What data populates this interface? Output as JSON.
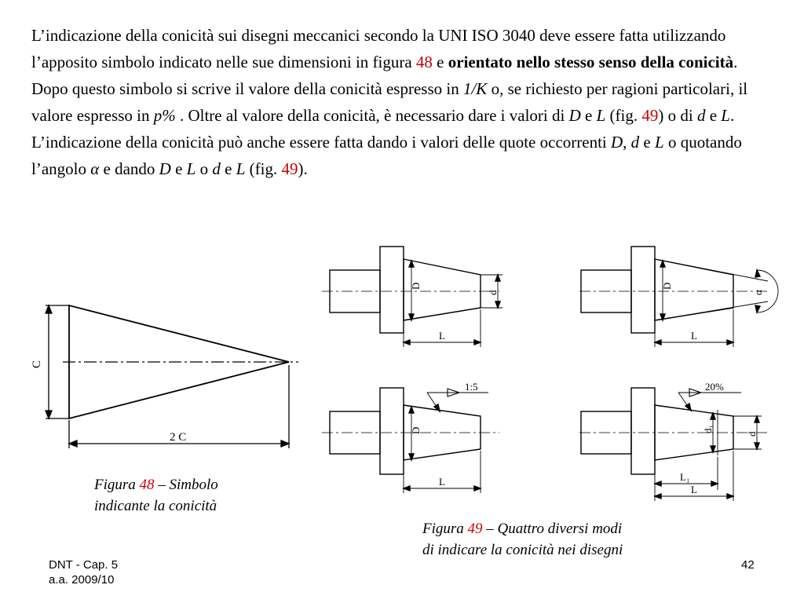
{
  "paragraph1": {
    "a": "L’indicazione della conicità sui disegni meccanici secondo la UNI ISO 3040 deve essere fatta utilizzando l’apposito simbolo indicato nelle sue dimensioni in figura ",
    "fig48": "48",
    "b": " e ",
    "bold": "orientato nello stesso senso della conicità",
    "c": ". Dopo questo simbolo si scrive il valore della conicità espresso in ",
    "k": "1/K",
    "d": " o, se richiesto per ragioni particolari, il valore espresso in ",
    "p": "p%",
    "e": " . Oltre al valore della conicità, è necessario dare i valori di ",
    "D": "D",
    "f": " e ",
    "L": "L",
    "g": " (fig. ",
    "fig49": "49",
    "h": ") o di ",
    "d_var": "d",
    "i": " e ",
    "L2": "L",
    "j": "."
  },
  "paragraph2": {
    "a": "L’indicazione della conicità può anche essere fatta dando i valori delle quote occorrenti ",
    "D": "D",
    "b": ", ",
    "d": "d",
    "c": " e ",
    "L": "L",
    "e": " o quotando l’angolo ",
    "alpha": "α",
    "f": " e dando ",
    "D2": "D",
    "g": " e ",
    "L2": "L",
    "h": " o ",
    "d2": "d",
    "i": " e ",
    "L3": "L",
    "j": " (fig. ",
    "fig49": "49",
    "k": ")."
  },
  "figure48": {
    "label_C": "C",
    "label_2C": "2 C",
    "caption_prefix": "Figura ",
    "caption_num": "48",
    "caption_rest": " – Simbolo",
    "caption_line2": "indicante la conicità"
  },
  "figure49": {
    "a": {
      "D": "D",
      "d": "d",
      "L": "L"
    },
    "b": {
      "D": "D",
      "alpha": "α",
      "L": "L"
    },
    "c": {
      "D": "D",
      "ratio": "1:5",
      "L": "L"
    },
    "d": {
      "d1": "d₁",
      "d": "d",
      "pct": "20%",
      "L1": "L₁",
      "L": "L"
    },
    "caption_prefix": "Figura ",
    "caption_num": "49",
    "caption_rest": " – Quattro diversi modi",
    "caption_line2": "di indicare la conicità nei disegni"
  },
  "footer": {
    "course": "DNT - Cap. 5",
    "year": "a.a. 2009/10",
    "page": "42"
  },
  "colors": {
    "accent": "#cc0000"
  }
}
